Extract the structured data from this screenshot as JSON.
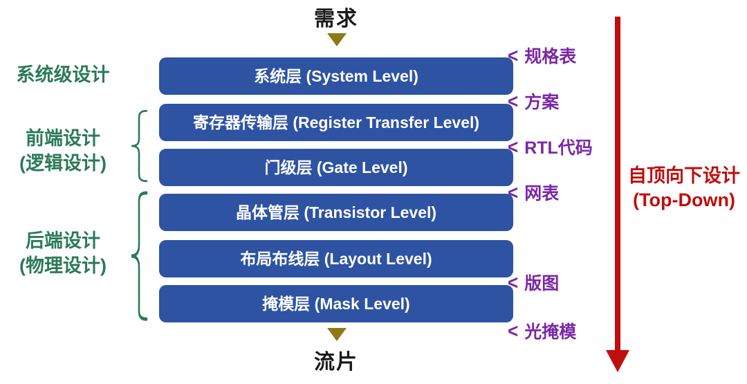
{
  "flow": {
    "top_label": "需求",
    "bottom_label": "流片"
  },
  "boxes": [
    "系统层 (System Level)",
    "寄存器传输层 (Register Transfer Level)",
    "门级层 (Gate Level)",
    "晶体管层 (Transistor Level)",
    "布局布线层 (Layout Level)",
    "掩模层 (Mask Level)"
  ],
  "groups": [
    {
      "label": "系统级设计",
      "sublabel": ""
    },
    {
      "label": "前端设计",
      "sublabel": "(逻辑设计)"
    },
    {
      "label": "后端设计",
      "sublabel": "(物理设计)"
    }
  ],
  "marker_prefix": "<",
  "artifacts": [
    "规格表",
    "方案",
    "RTL代码",
    "网表",
    "版图",
    "光掩模"
  ],
  "direction_arrow": {
    "line1": "自顶向下设计",
    "line2": "(Top-Down)"
  },
  "colors": {
    "box_blue": "#2E53A3",
    "green": "#2B7A58",
    "purple": "#7B28A5",
    "red": "#C00D0D",
    "olive": "#8E7916",
    "ink": "#1A1A1A"
  }
}
